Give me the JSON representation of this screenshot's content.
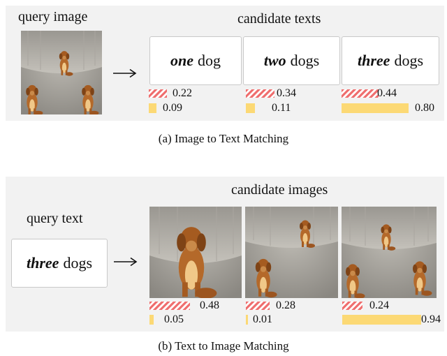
{
  "colors": {
    "hatch": "#ef6f6f",
    "solid": "#fcd975",
    "panel": "#f2f2f2"
  },
  "section_a": {
    "query_label": "query image",
    "candidates_label": "candidate texts",
    "candidates": [
      {
        "bold": "one",
        "rest": "dog",
        "hatch_value": 0.22,
        "hatch_text": "0.22",
        "solid_value": 0.09,
        "solid_text": "0.09"
      },
      {
        "bold": "two",
        "rest": "dogs",
        "hatch_value": 0.34,
        "hatch_text": "0.34",
        "solid_value": 0.11,
        "solid_text": "0.11"
      },
      {
        "bold": "three",
        "rest": "dogs",
        "hatch_value": 0.44,
        "hatch_text": "0.44",
        "solid_value": 0.8,
        "solid_text": "0.80"
      }
    ],
    "caption": "(a) Image to Text Matching"
  },
  "section_b": {
    "query_label": "query text",
    "query_bold": "three",
    "query_rest": "dogs",
    "candidates_label": "candidate images",
    "candidates": [
      {
        "dogs": 1,
        "hatch_value": 0.48,
        "hatch_text": "0.48",
        "solid_value": 0.05,
        "solid_text": "0.05"
      },
      {
        "dogs": 2,
        "hatch_value": 0.28,
        "hatch_text": "0.28",
        "solid_value": 0.01,
        "solid_text": "0.01"
      },
      {
        "dogs": 3,
        "hatch_value": 0.24,
        "hatch_text": "0.24",
        "solid_value": 0.94,
        "solid_text": "0.94"
      }
    ],
    "caption": "(b) Text to Image Matching"
  }
}
